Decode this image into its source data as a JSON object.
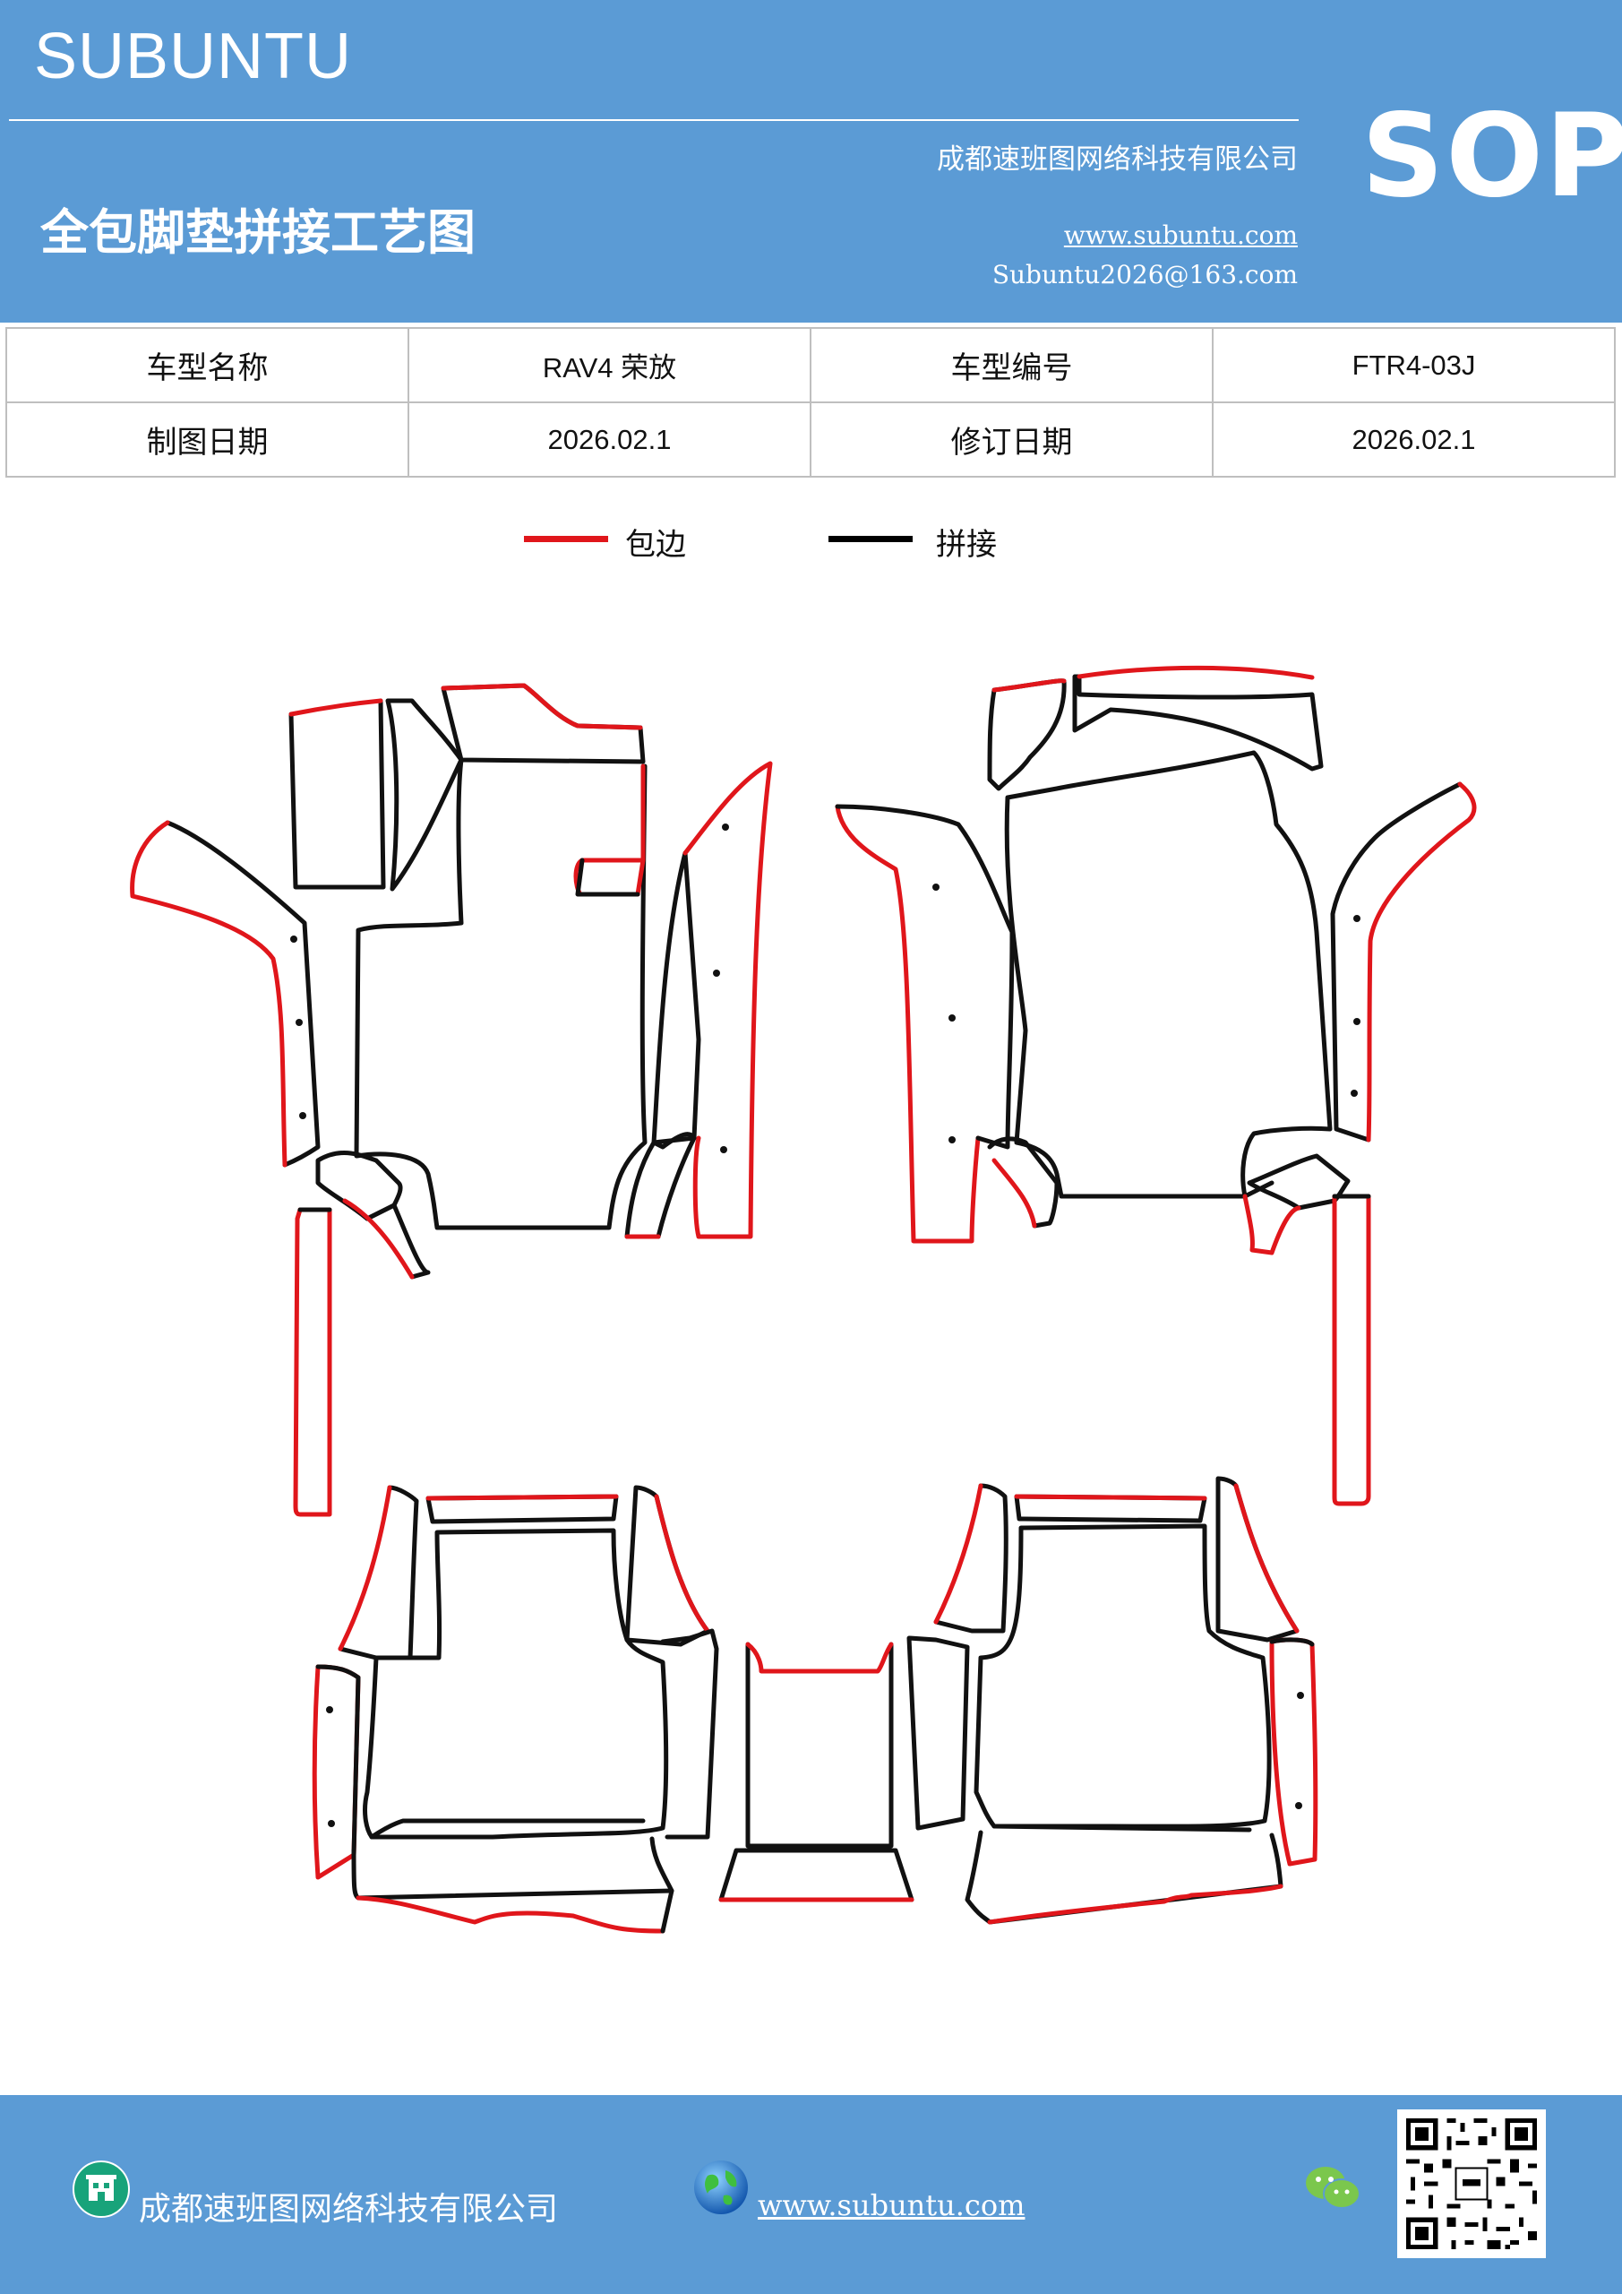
{
  "header": {
    "brand": "SUBUNTU",
    "company": "成都速班图网络科技有限公司",
    "title": "全包脚垫拼接工艺图",
    "website": "www.subuntu.com",
    "email": "Subuntu2026@163.com",
    "badge": "SOP"
  },
  "info_table": {
    "rows": [
      {
        "label1": "车型名称",
        "value1": "RAV4 荣放",
        "label2": "车型编号",
        "value2": "FTR4-03J"
      },
      {
        "label1": "制图日期",
        "value1": "2026.02.1",
        "label2": "修订日期",
        "value2": "2026.02.1"
      }
    ]
  },
  "legend": {
    "items": [
      {
        "label": "包边",
        "color": "#e0161b"
      },
      {
        "label": "拼接",
        "color": "#000000"
      }
    ]
  },
  "colors": {
    "header_bg": "#5b9bd5",
    "edge_binding": "#e0161b",
    "seam": "#111111"
  },
  "footer": {
    "company": "成都速班图网络科技有限公司",
    "website": "www.subuntu.com",
    "icons": [
      "building-icon",
      "globe-icon",
      "wechat-icon",
      "qr-code"
    ]
  }
}
